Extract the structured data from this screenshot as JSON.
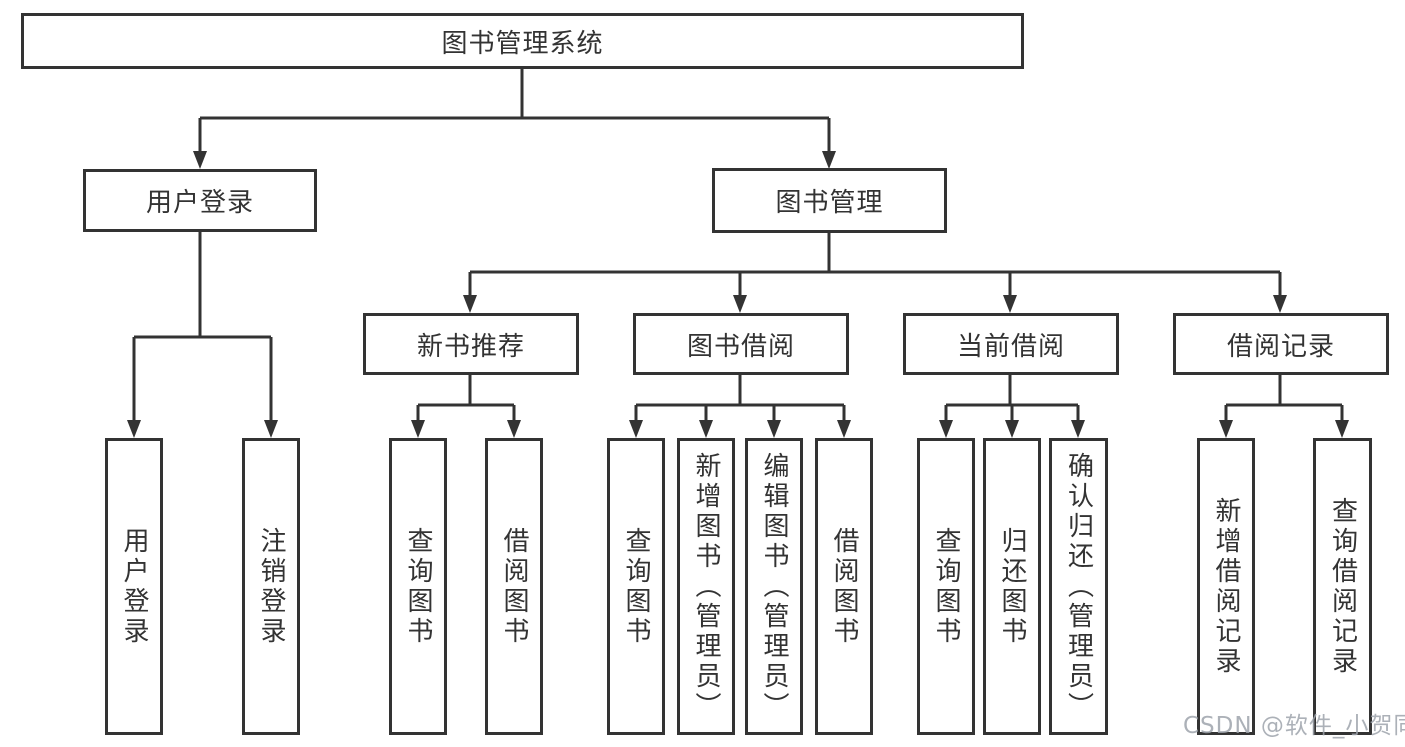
{
  "diagram": {
    "title": "图书管理系统",
    "branches": [
      {
        "id": "user-login",
        "label": "用户登录",
        "children": [
          "用户登录",
          "注销登录"
        ]
      },
      {
        "id": "book-management",
        "label": "图书管理",
        "sections": [
          {
            "id": "new-book-recommend",
            "label": "新书推荐",
            "children": [
              "查询图书",
              "借阅图书"
            ]
          },
          {
            "id": "book-borrowing",
            "label": "图书借阅",
            "children": [
              "查询图书",
              "新增图书（管理员）",
              "编辑图书（管理员）",
              "借阅图书"
            ]
          },
          {
            "id": "current-borrowing",
            "label": "当前借阅",
            "children": [
              "查询图书",
              "归还图书",
              "确认归还（管理员）"
            ]
          },
          {
            "id": "borrowing-records",
            "label": "借阅记录",
            "children": [
              "新增借阅记录",
              "查询借阅记录"
            ]
          }
        ]
      }
    ]
  },
  "watermark": {
    "text": "CSDN @软件_小贺同学"
  },
  "colors": {
    "line": "#333333",
    "text": "#333333",
    "node_fill": "#ffffff",
    "background": "#ffffff",
    "watermark": "#9ea3ab"
  }
}
